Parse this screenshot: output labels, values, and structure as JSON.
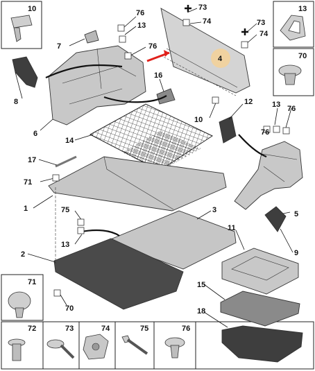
{
  "callouts": {
    "c76a": "76",
    "c13a": "13",
    "c7": "7",
    "c76b": "76",
    "c73a": "73",
    "c74a": "74",
    "c4": "4",
    "c73b": "73",
    "c74b": "74",
    "c8": "8",
    "c16": "16",
    "c6": "6",
    "c10": "10",
    "c12": "12",
    "c13b": "13",
    "c76c": "76",
    "c76d": "76",
    "c14": "14",
    "c17": "17",
    "c71": "71",
    "c1": "1",
    "c3": "3",
    "c75": "75",
    "c5": "5",
    "c13c": "13",
    "c11": "11",
    "c2": "2",
    "c9": "9",
    "c15": "15",
    "c70": "70",
    "c18": "18"
  },
  "fastener_boxes": {
    "b10": "10",
    "b13": "13",
    "b70": "70",
    "b71": "71",
    "b72": "72",
    "b73": "73",
    "b74": "74",
    "b75": "75",
    "b76": "76"
  },
  "colors": {
    "part_fill": "#c8c8c8",
    "part_dark": "#9a9a9a",
    "mat_dark": "#4a4a4a",
    "net": "#333333",
    "highlight": "#f3d29a",
    "arrow": "#e0201a"
  }
}
